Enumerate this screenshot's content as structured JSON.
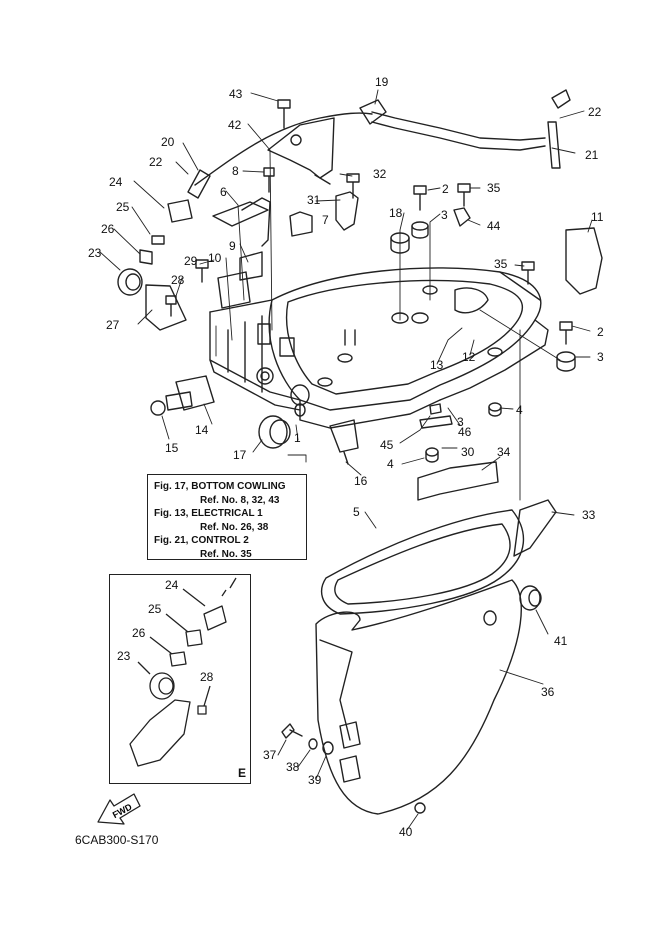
{
  "callouts": [
    {
      "id": "c1",
      "text": "1"
    },
    {
      "id": "c2a",
      "text": "2"
    },
    {
      "id": "c2b",
      "text": "2"
    },
    {
      "id": "c3a",
      "text": "3"
    },
    {
      "id": "c3b",
      "text": "3"
    },
    {
      "id": "c3c",
      "text": "3"
    },
    {
      "id": "c4a",
      "text": "4"
    },
    {
      "id": "c4b",
      "text": "4"
    },
    {
      "id": "c5",
      "text": "5"
    },
    {
      "id": "c6",
      "text": "6"
    },
    {
      "id": "c7",
      "text": "7"
    },
    {
      "id": "c8",
      "text": "8"
    },
    {
      "id": "c9",
      "text": "9"
    },
    {
      "id": "c10",
      "text": "10"
    },
    {
      "id": "c11",
      "text": "11"
    },
    {
      "id": "c12",
      "text": "12"
    },
    {
      "id": "c13",
      "text": "13"
    },
    {
      "id": "c14",
      "text": "14"
    },
    {
      "id": "c15",
      "text": "15"
    },
    {
      "id": "c16",
      "text": "16"
    },
    {
      "id": "c17",
      "text": "17"
    },
    {
      "id": "c18",
      "text": "18"
    },
    {
      "id": "c19",
      "text": "19"
    },
    {
      "id": "c20",
      "text": "20"
    },
    {
      "id": "c21",
      "text": "21"
    },
    {
      "id": "c22a",
      "text": "22"
    },
    {
      "id": "c22b",
      "text": "22"
    },
    {
      "id": "c23",
      "text": "23"
    },
    {
      "id": "c24",
      "text": "24"
    },
    {
      "id": "c25",
      "text": "25"
    },
    {
      "id": "c26",
      "text": "26"
    },
    {
      "id": "c27",
      "text": "27"
    },
    {
      "id": "c28",
      "text": "28"
    },
    {
      "id": "c29",
      "text": "29"
    },
    {
      "id": "c30",
      "text": "30"
    },
    {
      "id": "c31",
      "text": "31"
    },
    {
      "id": "c32",
      "text": "32"
    },
    {
      "id": "c33",
      "text": "33"
    },
    {
      "id": "c34",
      "text": "34"
    },
    {
      "id": "c35a",
      "text": "35"
    },
    {
      "id": "c35b",
      "text": "35"
    },
    {
      "id": "c36",
      "text": "36"
    },
    {
      "id": "c37",
      "text": "37"
    },
    {
      "id": "c38",
      "text": "38"
    },
    {
      "id": "c39",
      "text": "39"
    },
    {
      "id": "c40",
      "text": "40"
    },
    {
      "id": "c41",
      "text": "41"
    },
    {
      "id": "c42",
      "text": "42"
    },
    {
      "id": "c43",
      "text": "43"
    },
    {
      "id": "c44",
      "text": "44"
    },
    {
      "id": "c45",
      "text": "45"
    },
    {
      "id": "c46",
      "text": "46"
    },
    {
      "id": "i24",
      "text": "24"
    },
    {
      "id": "i25",
      "text": "25"
    },
    {
      "id": "i26",
      "text": "26"
    },
    {
      "id": "i23",
      "text": "23"
    },
    {
      "id": "i28",
      "text": "28"
    }
  ],
  "notes": {
    "line1": "Fig. 17, BOTTOM COWLING",
    "line2": "Ref. No. 8, 32, 43",
    "line3": "Fig. 13, ELECTRICAL 1",
    "line4": "Ref. No. 26, 38",
    "line5": "Fig. 21, CONTROL 2",
    "line6": "Ref. No. 35"
  },
  "inset": {
    "label": "E"
  },
  "fwd_label": "FWD",
  "diagram_code": "6CAB300-S170"
}
